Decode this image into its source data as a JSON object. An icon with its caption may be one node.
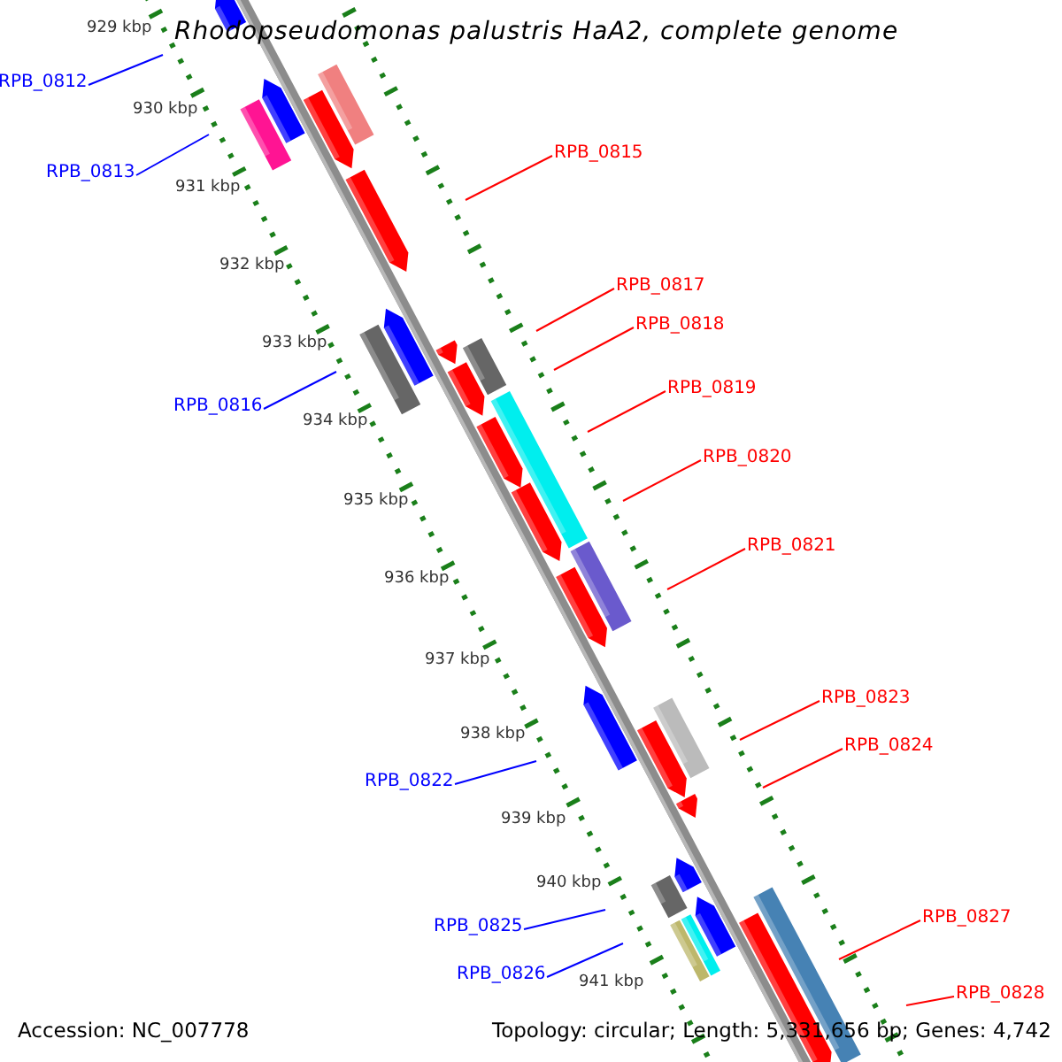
{
  "diagram": {
    "title": "Rhodopseudomonas palustris HaA2, complete genome",
    "nodes": [
      {
        "text": [
          "RPB_0812"
        ]
      },
      {
        "text": [
          "RPB_0815"
        ]
      },
      {
        "text": [
          "RPB_0813"
        ]
      },
      {
        "text": [
          "RPB_0817"
        ]
      },
      {
        "text": [
          "RPB_0818"
        ]
      },
      {
        "text": [
          "RPB_0819"
        ]
      },
      {
        "text": [
          "RPB_0816"
        ]
      },
      {
        "text": [
          "RPB_0820"
        ]
      },
      {
        "text": [
          "RPB_0821"
        ]
      },
      {
        "text": [
          "RPB_0823"
        ]
      },
      {
        "text": [
          "RPB_0824"
        ]
      },
      {
        "text": [
          "RPB_0822"
        ]
      },
      {
        "text": [
          "RPB_0827"
        ]
      },
      {
        "text": [
          "RPB_0825"
        ]
      },
      {
        "text": [
          "RPB_0826"
        ]
      },
      {
        "text": [
          "RPB_0828"
        ]
      }
    ],
    "edges": [
      {
        "from": 0,
        "to": null,
        "arrow": "none",
        "color": "#0000ff"
      },
      {
        "from": 1,
        "to": null,
        "arrow": "none"
      },
      {
        "from": 2,
        "to": null,
        "arrow": "none",
        "color": "#0000ff"
      },
      {
        "from": 3,
        "to": null,
        "arrow": "none"
      },
      {
        "from": 4,
        "to": null,
        "arrow": "none"
      },
      {
        "from": 5,
        "to": null,
        "arrow": "none"
      },
      {
        "from": 6,
        "to": null,
        "arrow": "none",
        "color": "#0000ff"
      },
      {
        "from": 7,
        "to": null,
        "arrow": "none"
      },
      {
        "from": 8,
        "to": null,
        "arrow": "none"
      },
      {
        "from": 9,
        "to": null,
        "arrow": "none"
      },
      {
        "from": 10,
        "to": null,
        "arrow": "none"
      },
      {
        "from": 11,
        "to": null,
        "arrow": "none",
        "color": "#0000ff"
      },
      {
        "from": 12,
        "to": null,
        "arrow": "none"
      },
      {
        "from": 13,
        "to": null,
        "arrow": "none",
        "color": "#0000ff"
      },
      {
        "from": 14,
        "to": null,
        "arrow": "none",
        "color": "#0000ff"
      },
      {
        "from": 15,
        "to": null,
        "arrow": "none"
      }
    ],
    "labels": [
      "929 kbp",
      "930 kbp",
      "931 kbp",
      "932 kbp",
      "933 kbp",
      "934 kbp",
      "935 kbp",
      "936 kbp",
      "937 kbp",
      "938 kbp",
      "939 kbp",
      "940 kbp",
      "941 kbp",
      "Accession: NC_007778",
      "Topology: circular; Length: 5,331,656 bp; Genes: 4,742"
    ]
  }
}
